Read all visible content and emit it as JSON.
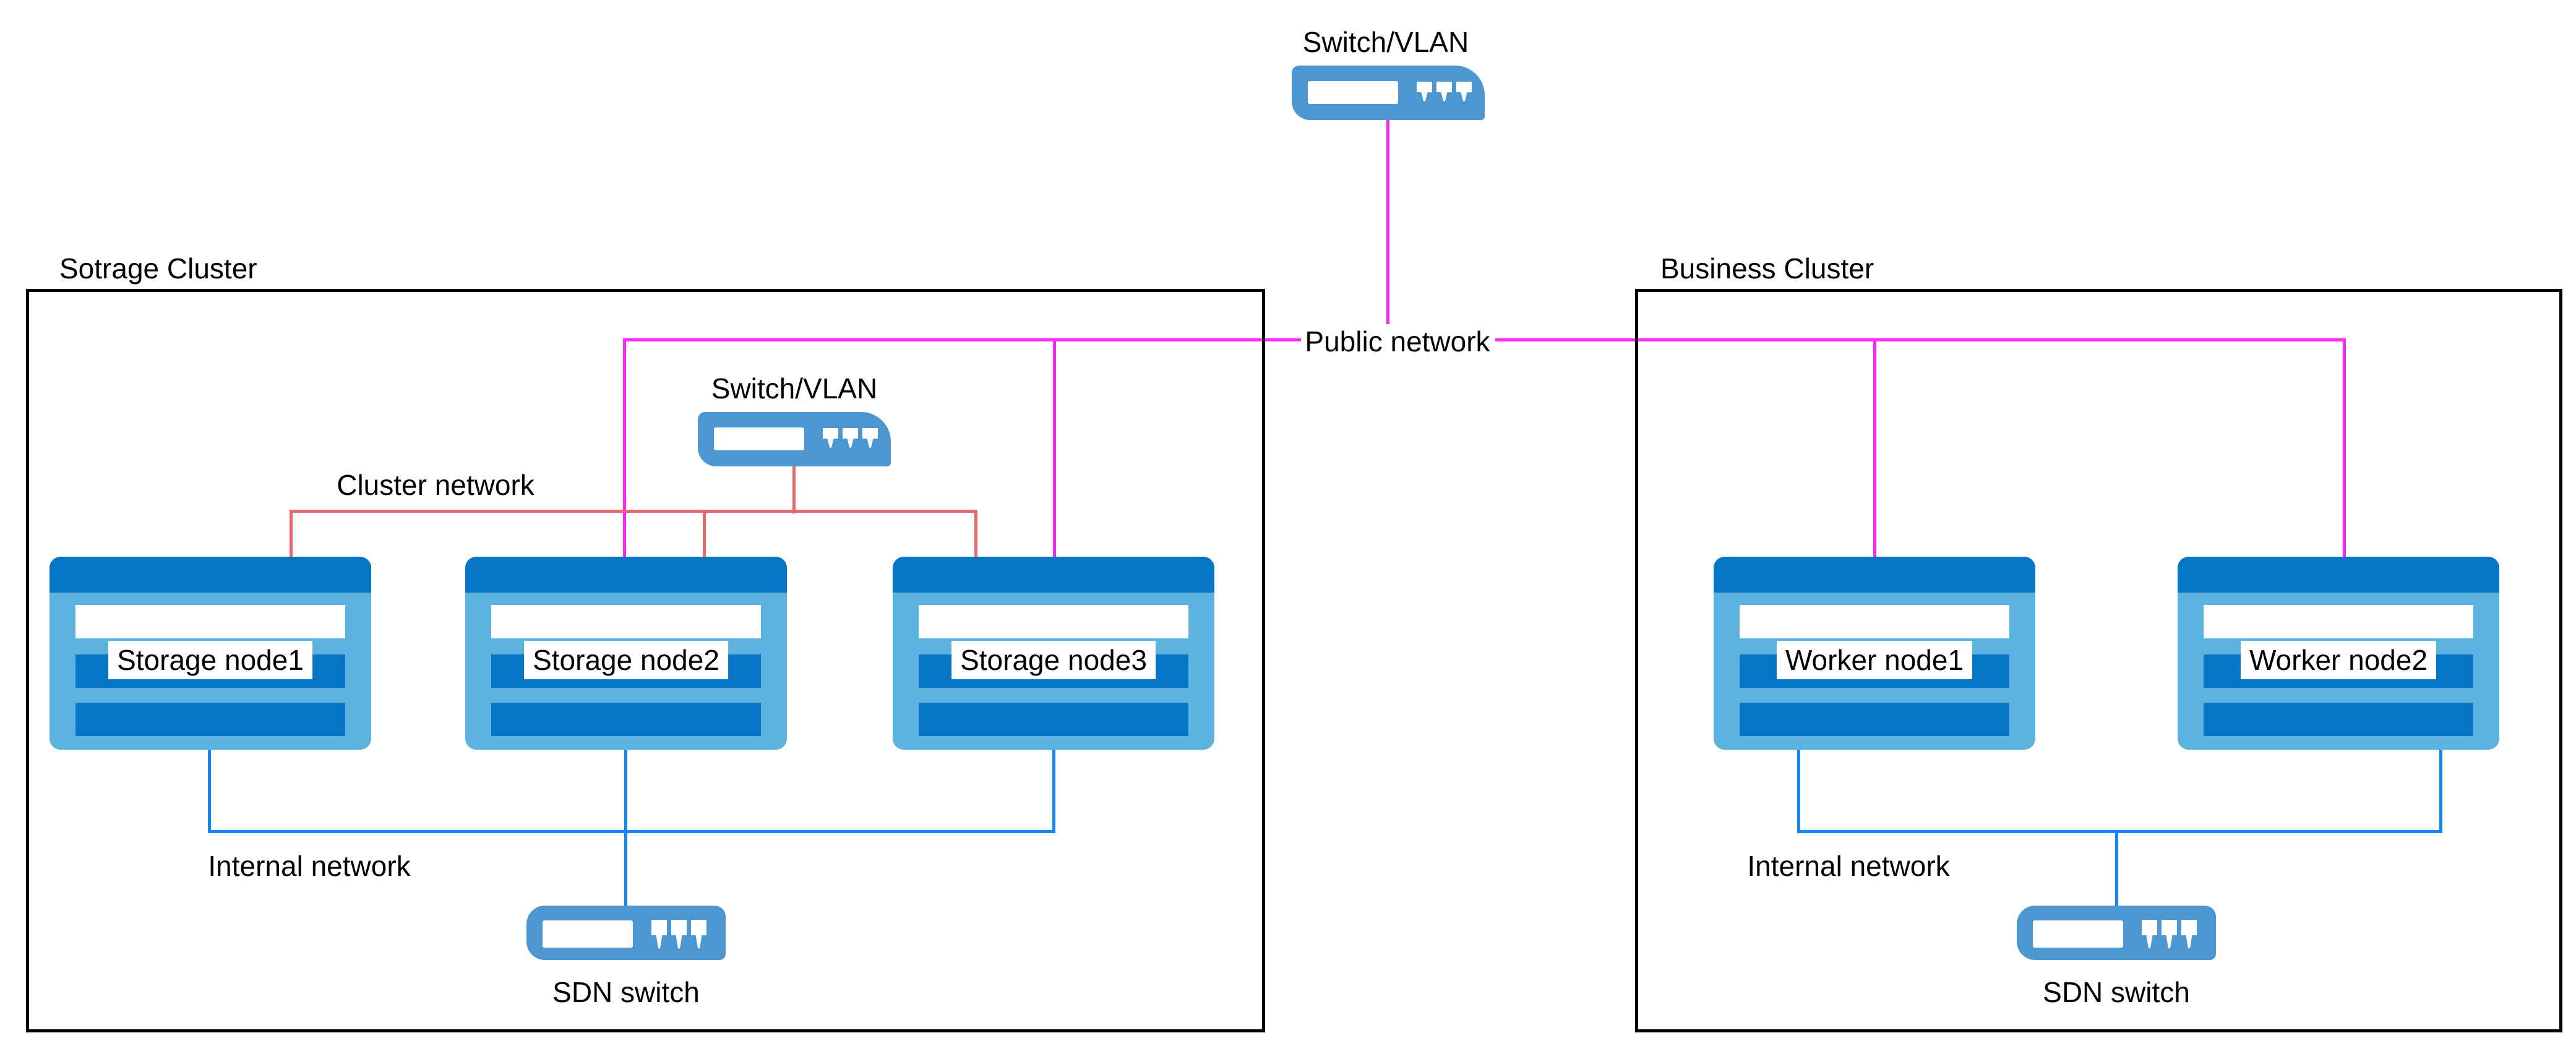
{
  "colors": {
    "public_network": "#FA28FA",
    "cluster_network": "#E8696A",
    "internal_network": "#1685EE",
    "node_body": "#5CB3DF",
    "node_accent": "#0575C6",
    "switch_icon": "#4C97D2",
    "box_border": "#000000",
    "background": "#FFFFFF"
  },
  "top_switch": {
    "label": "Switch/VLAN",
    "icon": "switch-vlan-icon"
  },
  "public_network": {
    "label": "Public network"
  },
  "storage_cluster": {
    "title": "Sotrage Cluster",
    "switch": {
      "label": "Switch/VLAN",
      "icon": "switch-vlan-icon"
    },
    "cluster_network_label": "Cluster network",
    "internal_network_label": "Internal network",
    "sdn_switch": {
      "label": "SDN switch",
      "icon": "sdn-switch-icon"
    },
    "nodes": [
      {
        "label": "Storage node1"
      },
      {
        "label": "Storage node2"
      },
      {
        "label": "Storage node3"
      }
    ]
  },
  "business_cluster": {
    "title": "Business Cluster",
    "internal_network_label": "Internal network",
    "sdn_switch": {
      "label": "SDN switch",
      "icon": "sdn-switch-icon"
    },
    "nodes": [
      {
        "label": "Worker node1"
      },
      {
        "label": "Worker node2"
      }
    ]
  }
}
